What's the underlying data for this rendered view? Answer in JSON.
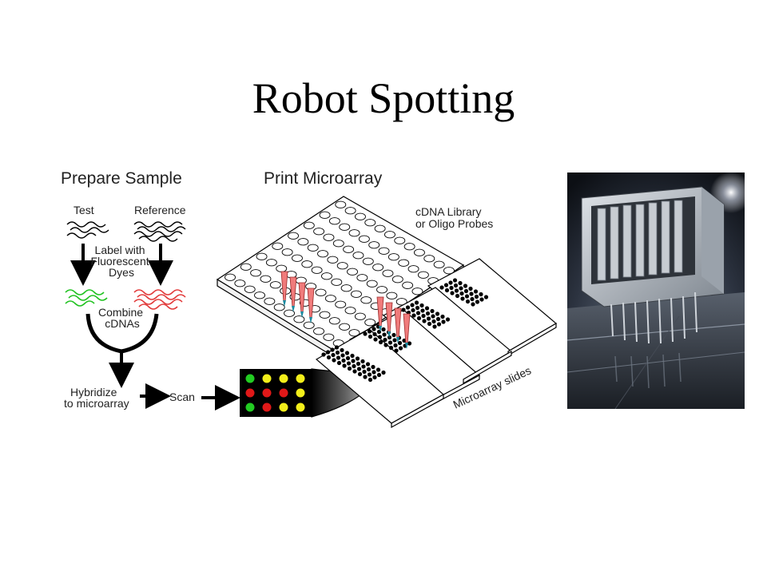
{
  "slide": {
    "title": "Robot Spotting"
  },
  "diagram": {
    "prepare_header": "Prepare Sample",
    "print_header": "Print Microarray",
    "test_label": "Test",
    "reference_label": "Reference",
    "label_dyes": [
      "Label with",
      "Fluorescent",
      "Dyes"
    ],
    "combine": [
      "Combine",
      "cDNAs"
    ],
    "hybridize": [
      "Hybridize",
      "to microarray"
    ],
    "scan_label": "Scan",
    "library": [
      "cDNA Library",
      "or Oligo Probes"
    ],
    "slides_label": "Microarray slides"
  },
  "scan_result": {
    "rows": [
      [
        "green",
        "yellow",
        "yellow",
        "yellow"
      ],
      [
        "red",
        "red",
        "red",
        "yellow"
      ],
      [
        "green",
        "red",
        "yellow",
        "yellow"
      ]
    ],
    "colors": {
      "green": "#22cc22",
      "red": "#e01818",
      "yellow": "#f2ee1a"
    }
  },
  "photo": {
    "icon": "robot-spotting-pin-head-photo"
  }
}
